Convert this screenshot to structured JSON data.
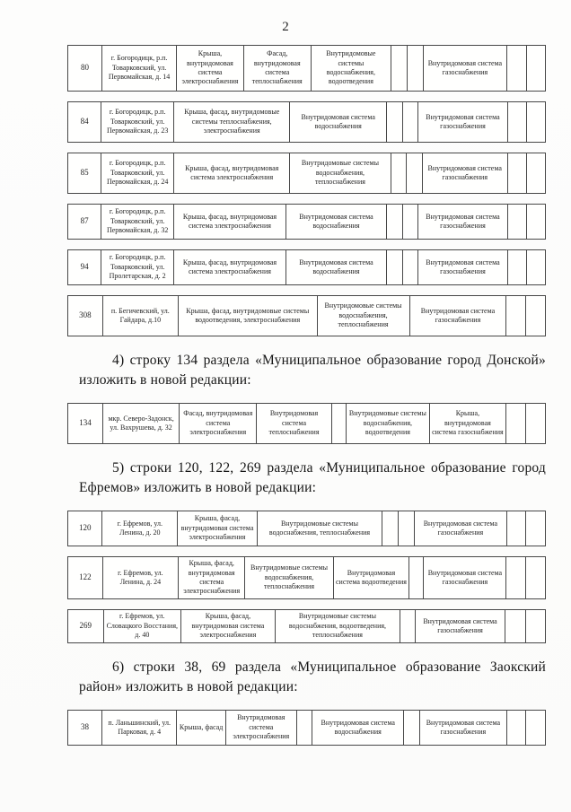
{
  "page": {
    "number": "2"
  },
  "content": [
    {
      "type": "row",
      "num": "80",
      "h": 52,
      "cells": [
        {
          "text": "80",
          "w": 36,
          "name": "row-number"
        },
        {
          "text": "г. Богородицк, р.п. Товарковский, ул. Первомайская, д. 14",
          "w": 85,
          "name": "address"
        },
        {
          "text": "Крыша, внутридомовая система электроснабжения",
          "w": 76,
          "name": "work-cell"
        },
        {
          "text": "Фасад, внутридомовая система теплоснабжения",
          "w": 76,
          "name": "work-cell"
        },
        {
          "text": "Внутридомовые системы водоснабжения, водоотведения",
          "w": 92,
          "name": "work-cell"
        },
        {
          "text": "",
          "w": 14,
          "name": "empty-cell"
        },
        {
          "text": "",
          "w": 14,
          "name": "empty-cell"
        },
        {
          "text": "Внутридомовая система газоснабжения",
          "w": 96,
          "name": "work-cell"
        },
        {
          "text": "",
          "w": 18,
          "name": "empty-cell"
        },
        {
          "text": "",
          "w": 18,
          "name": "empty-cell"
        }
      ]
    },
    {
      "type": "row",
      "num": "84",
      "h": 46,
      "cells": [
        {
          "text": "84",
          "w": 36,
          "name": "row-number"
        },
        {
          "text": "г. Богородицк, р.п. Товарковский, ул. Первомайская, д. 23",
          "w": 85,
          "name": "address"
        },
        {
          "text": "Крыша, фасад, внутридомовые системы теплоснабжения, электроснабжения",
          "w": 139,
          "name": "work-cell"
        },
        {
          "text": "Внутридомовая система водоснабжения",
          "w": 115,
          "name": "work-cell"
        },
        {
          "text": "",
          "w": 14,
          "name": "empty-cell"
        },
        {
          "text": "",
          "w": 14,
          "name": "empty-cell"
        },
        {
          "text": "Внутридомовая система газоснабжения",
          "w": 106,
          "name": "work-cell"
        },
        {
          "text": "",
          "w": 18,
          "name": "empty-cell"
        },
        {
          "text": "",
          "w": 18,
          "name": "empty-cell"
        }
      ]
    },
    {
      "type": "row",
      "num": "85",
      "h": 46,
      "cells": [
        {
          "text": "85",
          "w": 36,
          "name": "row-number"
        },
        {
          "text": "г. Богородицк, р.п. Товарковский, ул. Первомайская, д. 24",
          "w": 85,
          "name": "address"
        },
        {
          "text": "Крыша, фасад, внутридомовая система электроснабжения",
          "w": 139,
          "name": "work-cell"
        },
        {
          "text": "Внутридомовые системы водоснабжения, теплоснабжения",
          "w": 120,
          "name": "work-cell"
        },
        {
          "text": "",
          "w": 14,
          "name": "empty-cell"
        },
        {
          "text": "",
          "w": 14,
          "name": "empty-cell"
        },
        {
          "text": "Внутридомовая система газоснабжения",
          "w": 101,
          "name": "work-cell"
        },
        {
          "text": "",
          "w": 18,
          "name": "empty-cell"
        },
        {
          "text": "",
          "w": 18,
          "name": "empty-cell"
        }
      ]
    },
    {
      "type": "row",
      "num": "87",
      "h": 40,
      "cells": [
        {
          "text": "87",
          "w": 36,
          "name": "row-number"
        },
        {
          "text": "г. Богородицк, р.п. Товарковский, ул. Первомайская, д. 32",
          "w": 85,
          "name": "address"
        },
        {
          "text": "Крыша, фасад, внутридомовая система электроснабжения",
          "w": 134,
          "name": "work-cell"
        },
        {
          "text": "Внутридомовая система водоснабжения",
          "w": 120,
          "name": "work-cell"
        },
        {
          "text": "",
          "w": 14,
          "name": "empty-cell"
        },
        {
          "text": "",
          "w": 14,
          "name": "empty-cell"
        },
        {
          "text": "Внутридомовая система газоснабжения",
          "w": 106,
          "name": "work-cell"
        },
        {
          "text": "",
          "w": 18,
          "name": "empty-cell"
        },
        {
          "text": "",
          "w": 18,
          "name": "empty-cell"
        }
      ]
    },
    {
      "type": "row",
      "num": "94",
      "h": 40,
      "cells": [
        {
          "text": "94",
          "w": 36,
          "name": "row-number"
        },
        {
          "text": "г. Богородицк, р.п. Товарковский, ул. Пролетарская, д. 2",
          "w": 85,
          "name": "address"
        },
        {
          "text": "Крыша, фасад, внутридомовая система электроснабжения",
          "w": 134,
          "name": "work-cell"
        },
        {
          "text": "Внутридомовая система водоснабжения",
          "w": 120,
          "name": "work-cell"
        },
        {
          "text": "",
          "w": 14,
          "name": "empty-cell"
        },
        {
          "text": "",
          "w": 14,
          "name": "empty-cell"
        },
        {
          "text": "Внутридомовая система газоснабжения",
          "w": 106,
          "name": "work-cell"
        },
        {
          "text": "",
          "w": 18,
          "name": "empty-cell"
        },
        {
          "text": "",
          "w": 18,
          "name": "empty-cell"
        }
      ]
    },
    {
      "type": "row",
      "num": "308",
      "h": 46,
      "cells": [
        {
          "text": "308",
          "w": 36,
          "name": "row-number"
        },
        {
          "text": "п. Бегичевский, ул. Гайдара, д.10",
          "w": 85,
          "name": "address"
        },
        {
          "text": "Крыша, фасад, внутридомовые системы водоотведения, электроснабжения",
          "w": 160,
          "name": "work-cell"
        },
        {
          "text": "Внутридомовые системы водоснабжения, теплоснабжения",
          "w": 105,
          "name": "work-cell"
        },
        {
          "text": "Внутридомовая система газоснабжения",
          "w": 110,
          "name": "work-cell"
        },
        {
          "text": "",
          "w": 18,
          "name": "empty-cell"
        },
        {
          "text": "",
          "w": 18,
          "name": "empty-cell"
        }
      ]
    },
    {
      "type": "paragraph",
      "text": "4) строку 134 раздела «Муниципальное образование город Донской» изложить в новой редакции:"
    },
    {
      "type": "row",
      "num": "134",
      "h": 46,
      "cells": [
        {
          "text": "134",
          "w": 36,
          "name": "row-number"
        },
        {
          "text": "мкр. Северо-Задонск, ул. Вахрушева, д. 32",
          "w": 85,
          "name": "address"
        },
        {
          "text": "Фасад, внутридомовая система электроснабжения",
          "w": 86,
          "name": "work-cell"
        },
        {
          "text": "Внутридомовая система теплоснабжения",
          "w": 83,
          "name": "work-cell"
        },
        {
          "text": "",
          "w": 12,
          "name": "empty-cell"
        },
        {
          "text": "Внутридомовые системы водоснабжения, водоотведения",
          "w": 93,
          "name": "work-cell"
        },
        {
          "text": "Крыша, внутридомовая система газоснабжения",
          "w": 85,
          "name": "work-cell"
        },
        {
          "text": "",
          "w": 18,
          "name": "empty-cell"
        },
        {
          "text": "",
          "w": 18,
          "name": "empty-cell"
        }
      ]
    },
    {
      "type": "paragraph",
      "text": "5) строки 120, 122, 269 раздела «Муниципальное образование город Ефремов» изложить в новой редакции:"
    },
    {
      "type": "row",
      "num": "120",
      "h": 40,
      "cells": [
        {
          "text": "120",
          "w": 36,
          "name": "row-number"
        },
        {
          "text": "г. Ефремов, ул. Ленина, д. 20",
          "w": 85,
          "name": "address"
        },
        {
          "text": "Крыша, фасад, внутридомовая система электроснабжения",
          "w": 90,
          "name": "work-cell"
        },
        {
          "text": "Внутридомовые системы водоснабжения, теплоснабжения",
          "w": 145,
          "name": "work-cell"
        },
        {
          "text": "",
          "w": 14,
          "name": "empty-cell"
        },
        {
          "text": "",
          "w": 14,
          "name": "empty-cell"
        },
        {
          "text": "Внутридомовая система газоснабжения",
          "w": 105,
          "name": "work-cell"
        },
        {
          "text": "",
          "w": 18,
          "name": "empty-cell"
        },
        {
          "text": "",
          "w": 18,
          "name": "empty-cell"
        }
      ]
    },
    {
      "type": "row",
      "num": "122",
      "h": 48,
      "cells": [
        {
          "text": "122",
          "w": 36,
          "name": "row-number"
        },
        {
          "text": "г. Ефремов, ул. Ленина, д. 24",
          "w": 85,
          "name": "address"
        },
        {
          "text": "Крыша, фасад, внутридомовая система электроснабжения",
          "w": 74,
          "name": "work-cell"
        },
        {
          "text": "Внутридомовые системы водоснабжения, теплоснабжения",
          "w": 100,
          "name": "work-cell"
        },
        {
          "text": "Внутридомовая система водоотведения",
          "w": 85,
          "name": "work-cell"
        },
        {
          "text": "",
          "w": 12,
          "name": "empty-cell"
        },
        {
          "text": "Внутридомовая система газоснабжения",
          "w": 93,
          "name": "work-cell"
        },
        {
          "text": "",
          "w": 18,
          "name": "empty-cell"
        },
        {
          "text": "",
          "w": 18,
          "name": "empty-cell"
        }
      ]
    },
    {
      "type": "row",
      "num": "269",
      "h": 38,
      "cells": [
        {
          "text": "269",
          "w": 36,
          "name": "row-number"
        },
        {
          "text": "г. Ефремов, ул. Словацкого Восстания, д. 40",
          "w": 85,
          "name": "address"
        },
        {
          "text": "Крыша, фасад, внутридомовая система электроснабжения",
          "w": 104,
          "name": "work-cell"
        },
        {
          "text": "Внутридомовые системы водоснабжения, водоотведения, теплоснабжения",
          "w": 140,
          "name": "work-cell"
        },
        {
          "text": "",
          "w": 12,
          "name": "empty-cell"
        },
        {
          "text": "Внутридомовая система газоснабжения",
          "w": 100,
          "name": "work-cell"
        },
        {
          "text": "",
          "w": 18,
          "name": "empty-cell"
        },
        {
          "text": "",
          "w": 18,
          "name": "empty-cell"
        }
      ]
    },
    {
      "type": "paragraph",
      "text": "6) строки 38, 69 раздела «Муниципальное образование Заокский район» изложить в новой редакции:"
    },
    {
      "type": "row",
      "num": "38",
      "h": 40,
      "cells": [
        {
          "text": "38",
          "w": 36,
          "name": "row-number"
        },
        {
          "text": "п. Ланьшинский, ул. Парковая, д. 4",
          "w": 85,
          "name": "address"
        },
        {
          "text": "Крыша, фасад",
          "w": 54,
          "name": "work-cell"
        },
        {
          "text": "Внутридомовая система электроснабжения",
          "w": 80,
          "name": "work-cell"
        },
        {
          "text": "",
          "w": 14,
          "name": "empty-cell"
        },
        {
          "text": "Внутридомовая система водоснабжения",
          "w": 105,
          "name": "work-cell"
        },
        {
          "text": "",
          "w": 14,
          "name": "empty-cell"
        },
        {
          "text": "Внутридомовая система газоснабжения",
          "w": 100,
          "name": "work-cell"
        },
        {
          "text": "",
          "w": 18,
          "name": "empty-cell"
        },
        {
          "text": "",
          "w": 18,
          "name": "empty-cell"
        }
      ]
    }
  ]
}
